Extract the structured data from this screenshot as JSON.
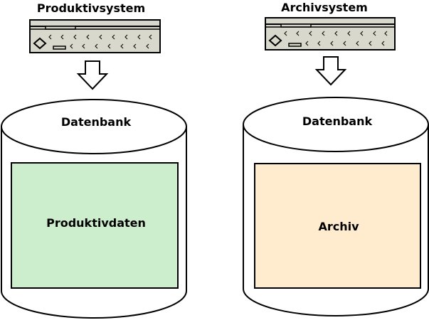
{
  "left": {
    "system_label": "Produktivsystem",
    "db_label": "Datenbank",
    "content_label": "Produktivdaten",
    "content_color": "#cdeecd"
  },
  "right": {
    "system_label": "Archivsystem",
    "db_label": "Datenbank",
    "content_label": "Archiv",
    "content_color": "#ffebcd"
  },
  "icons": {
    "server": "server-rack-icon",
    "arrow": "arrow-down-icon",
    "database": "database-cylinder-icon"
  }
}
